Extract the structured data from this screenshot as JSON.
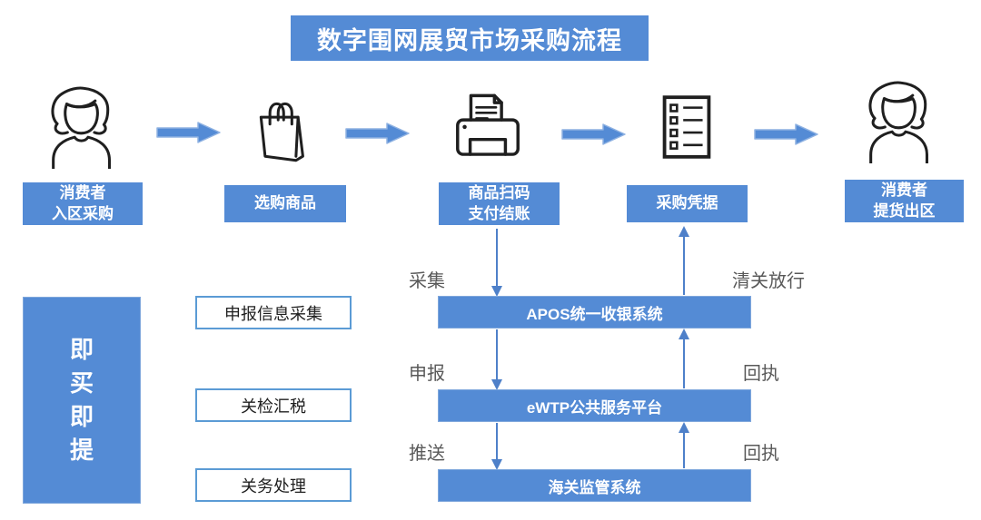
{
  "title": "数字围网展贸市场采购流程",
  "top_flow": {
    "steps": [
      {
        "icon": "female-consumer-icon",
        "label": "消费者\n入区采购"
      },
      {
        "icon": "shopping-bag-icon",
        "label": "选购商品"
      },
      {
        "icon": "printer-receipt-icon",
        "label": "商品扫码\n支付结账"
      },
      {
        "icon": "receipt-list-icon",
        "label": "采购凭据"
      },
      {
        "icon": "female-consumer-icon",
        "label": "消费者\n提货出区"
      }
    ]
  },
  "side_banner": {
    "label": "即买即提"
  },
  "stages": [
    "申报信息采集",
    "关检汇税",
    "关务处理"
  ],
  "systems": [
    "APOS统一收银系统",
    "eWTP公共服务平台",
    "海关监管系统"
  ],
  "edge_labels": {
    "down": [
      "采集",
      "申报",
      "推送"
    ],
    "up": [
      "清关放行",
      "回执",
      "回执"
    ]
  },
  "colors": {
    "primary_blue": "#548BD5",
    "box_border_blue": "#5B9BD5",
    "connector_blue": "#4E80C9",
    "edge_text_gray": "#595959",
    "icon_stroke": "#1f1f1f"
  }
}
